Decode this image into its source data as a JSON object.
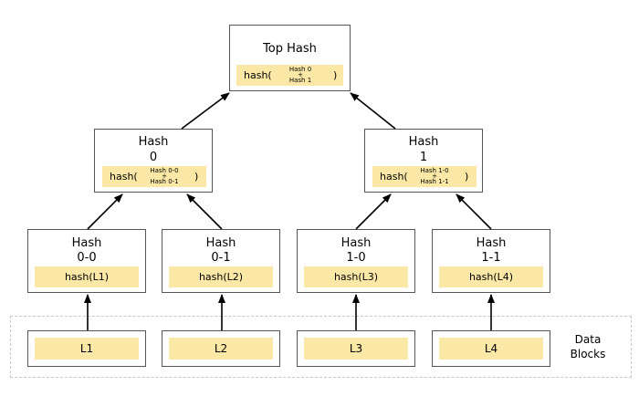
{
  "top": {
    "title": "Top Hash",
    "fn": "hash(",
    "line1": "Hash 0",
    "plus": "+",
    "line2": "Hash 1",
    "close": ")"
  },
  "h0": {
    "title_line1": "Hash",
    "title_line2": "0",
    "fn": "hash(",
    "line1": "Hash 0-0",
    "plus": "+",
    "line2": "Hash 0-1",
    "close": ")"
  },
  "h1": {
    "title_line1": "Hash",
    "title_line2": "1",
    "fn": "hash(",
    "line1": "Hash 1-0",
    "plus": "+",
    "line2": "Hash 1-1",
    "close": ")"
  },
  "h00": {
    "title_line1": "Hash",
    "title_line2": "0-0",
    "fn": "hash(L1)"
  },
  "h01": {
    "title_line1": "Hash",
    "title_line2": "0-1",
    "fn": "hash(L2)"
  },
  "h10": {
    "title_line1": "Hash",
    "title_line2": "1-0",
    "fn": "hash(L3)"
  },
  "h11": {
    "title_line1": "Hash",
    "title_line2": "1-1",
    "fn": "hash(L4)"
  },
  "leaves": {
    "l1": "L1",
    "l2": "L2",
    "l3": "L3",
    "l4": "L4"
  },
  "group": {
    "line1": "Data",
    "line2": "Blocks"
  },
  "colors": {
    "highlight": "#fbe8a6",
    "border": "#555555",
    "dashed": "#c8c8c8"
  }
}
